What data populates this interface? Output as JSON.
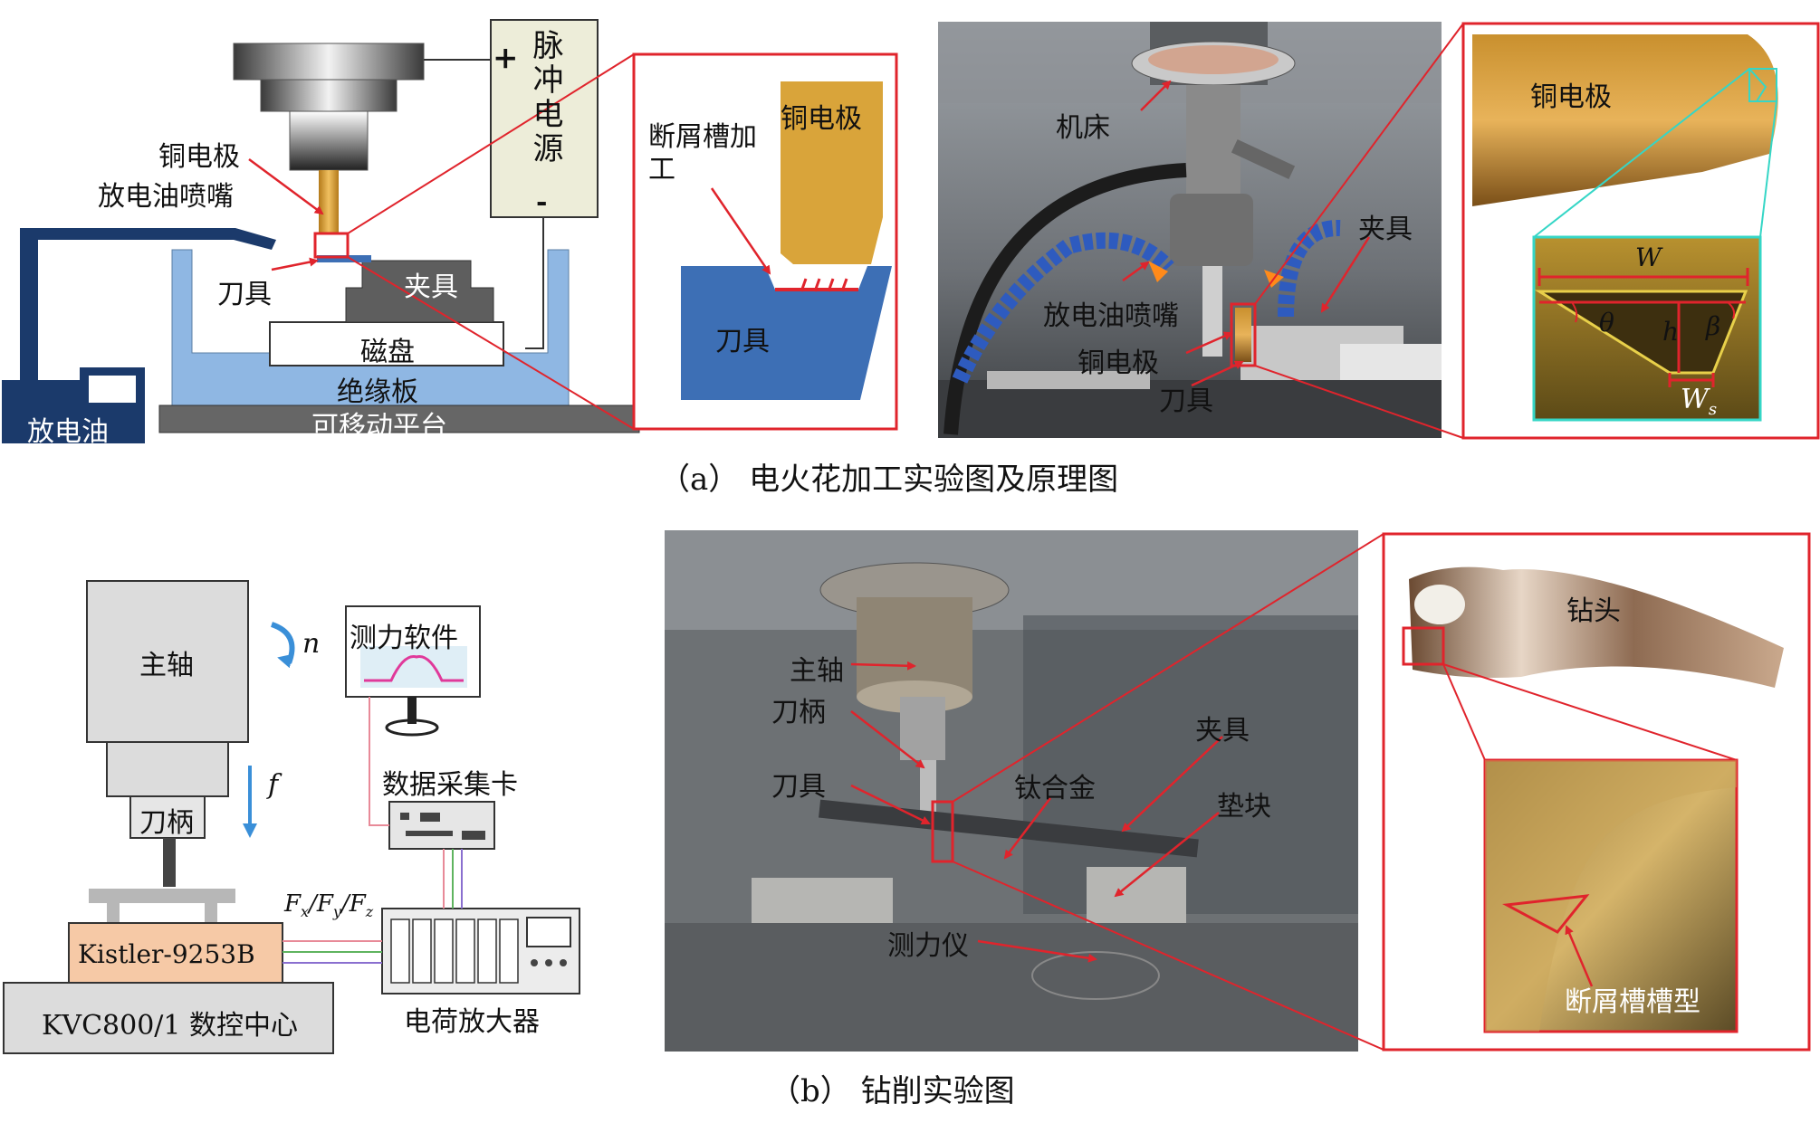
{
  "panel_a": {
    "caption": "（a） 电火花加工实验图及原理图",
    "schematic": {
      "pulse_power": "脉冲电源",
      "plus": "+",
      "minus": "-",
      "copper_electrode": "铜电极",
      "oil_nozzle": "放电油喷嘴",
      "tool": "刀具",
      "fixture": "夹具",
      "magnetic_disk": "磁盘",
      "insulating_plate": "绝缘板",
      "movable_platform": "可移动平台",
      "discharge_oil": "放电油"
    },
    "zoom": {
      "chipbreaker_machining": "断屑槽加工",
      "copper_electrode": "铜电极",
      "tool": "刀具"
    },
    "photo": {
      "machine_tool": "机床",
      "fixture": "夹具",
      "oil_nozzle": "放电油喷嘴",
      "copper_electrode": "铜电极",
      "tool": "刀具"
    },
    "micro": {
      "copper_electrode": "铜电极",
      "W": "W",
      "theta": "θ",
      "h": "h",
      "beta": "β",
      "Ws": "W",
      "Ws_sub": "s"
    }
  },
  "panel_b": {
    "caption": "（b） 钻削实验图",
    "schematic": {
      "spindle": "主轴",
      "n": "n",
      "f": "f",
      "tool_holder": "刀柄",
      "force_software": "测力软件",
      "daq_card": "数据采集卡",
      "force_label": "F",
      "force_label_full": "Fx/Fy/Fz",
      "kistler": "Kistler-9253B",
      "cnc_center": "KVC800/1 数控中心",
      "charge_amp": "电荷放大器"
    },
    "photo": {
      "spindle": "主轴",
      "tool_holder": "刀柄",
      "tool": "刀具",
      "titanium_alloy": "钛合金",
      "fixture": "夹具",
      "spacer": "垫块",
      "dynamometer": "测力仪"
    },
    "drill": {
      "drill_bit": "钻头",
      "groove_shape": "断屑槽槽型"
    }
  },
  "colors": {
    "highlight_red": "#e0242c",
    "insulator_blue": "#8fb7e3",
    "dark_blue": "#1b3a6b",
    "copper": "#d9a43a",
    "tool_blue": "#3d6fb5",
    "cyan": "#35d6c6"
  }
}
